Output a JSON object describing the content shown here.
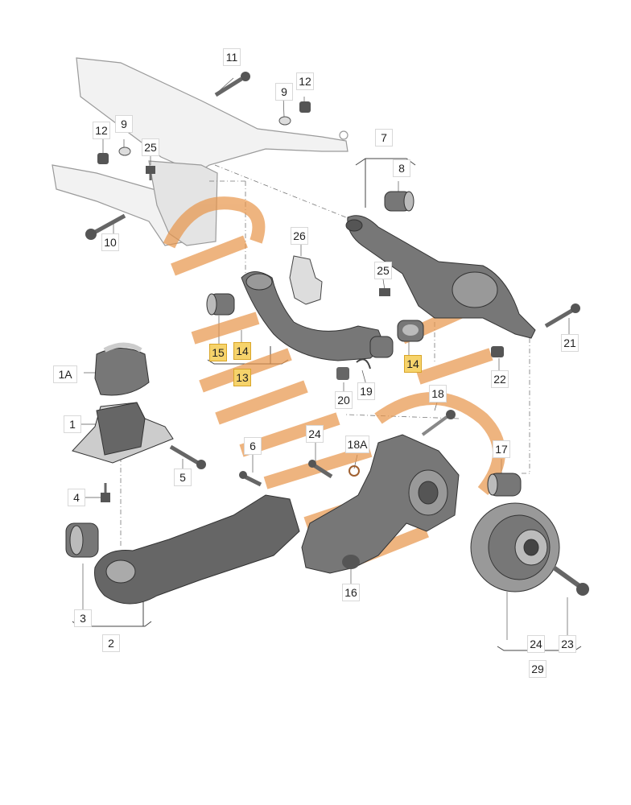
{
  "diagram": {
    "callouts": {
      "c11": "11",
      "c9a": "9",
      "c12a": "12",
      "c12b": "12",
      "c9b": "9",
      "c25a": "25",
      "c7": "7",
      "c8": "8",
      "c10": "10",
      "c26": "26",
      "c25b": "25",
      "c21": "21",
      "c15": "15",
      "c14a": "14",
      "c13": "13",
      "c14b": "14",
      "c22": "22",
      "c1A": "1A",
      "c20": "20",
      "c19": "19",
      "c18": "18",
      "c1": "1",
      "c6": "6",
      "c24a": "24",
      "c18A": "18A",
      "c17": "17",
      "c5": "5",
      "c4": "4",
      "c16": "16",
      "c3": "3",
      "c2": "2",
      "c24b": "24",
      "c23": "23",
      "c29": "29"
    },
    "highlighted": [
      "15",
      "14",
      "13",
      "14"
    ],
    "colors": {
      "line": "#333333",
      "part_dark": "#5a5a5a",
      "part_mid": "#8a8a8a",
      "part_light": "#d6d6d6",
      "highlight_fill": "#f6d36b",
      "watermark": "#e8954a"
    }
  }
}
